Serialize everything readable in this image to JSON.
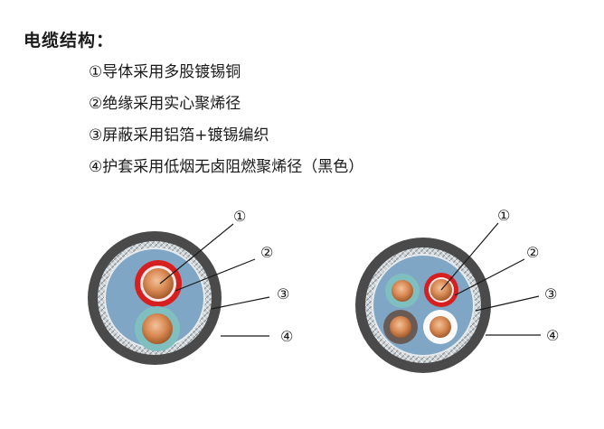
{
  "title": "电缆结构：",
  "structure_items": [
    "①导体采用多股镀锡铜",
    "②绝缘采用实心聚烯径",
    "③屏蔽采用铝箔+镀锡编织",
    "④护套采用低烟无卤阻燃聚烯径（黑色）"
  ],
  "callouts": [
    "①",
    "②",
    "③",
    "④"
  ],
  "colors": {
    "sheath": "#4a4a4a",
    "shield": "#cfd8dc",
    "filler": "#7fa6c4",
    "insulation_red": "#d62020",
    "insulation_teal": "#7fbfbf",
    "insulation_dark": "#6a5a55",
    "insulation_white": "#fafafa",
    "conductor": "#d98a55"
  }
}
